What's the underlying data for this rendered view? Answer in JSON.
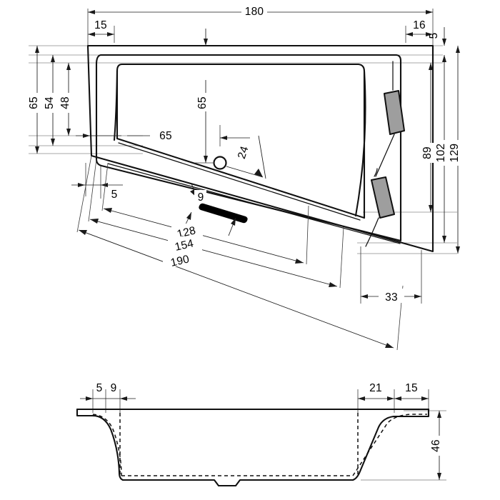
{
  "document": {
    "title": "Bathtub technical drawing",
    "views": [
      {
        "id": "plan",
        "name": "plan-view"
      },
      {
        "id": "section",
        "name": "cross-section-view"
      }
    ]
  },
  "colors": {
    "outline": "#111111",
    "dimension": "#1a1a1a",
    "extension": "#8a8a8a",
    "grip_fill": "#9e9e9e",
    "background": "#ffffff"
  },
  "plan_view": {
    "name": "plan-view",
    "dimensions": {
      "overall_width": "180",
      "left_offset": "15",
      "right_offset": "16",
      "top_rim": "5",
      "left_stack_outer": "65",
      "left_stack_mid": "54",
      "left_stack_inner": "48",
      "interior_vertical": "65",
      "interior_horizontal": "65",
      "drain_offset": "24",
      "foot_offset": "5",
      "overflow_width": "9",
      "diag_inner": "128",
      "diag_mid": "154",
      "diag_outer": "190",
      "right_stack_inner": "89",
      "right_stack_mid": "102",
      "right_stack_outer": "129",
      "bottom_right_offset": "33"
    },
    "features": [
      {
        "name": "drain-hole"
      },
      {
        "name": "overflow-slot"
      },
      {
        "name": "grip-handle-upper"
      },
      {
        "name": "grip-handle-lower"
      }
    ]
  },
  "section_view": {
    "name": "cross-section-view",
    "dimensions": {
      "left_rim": "5",
      "left_rim_inner": "9",
      "right_slope": "21",
      "right_rim": "15",
      "depth": "46"
    }
  }
}
